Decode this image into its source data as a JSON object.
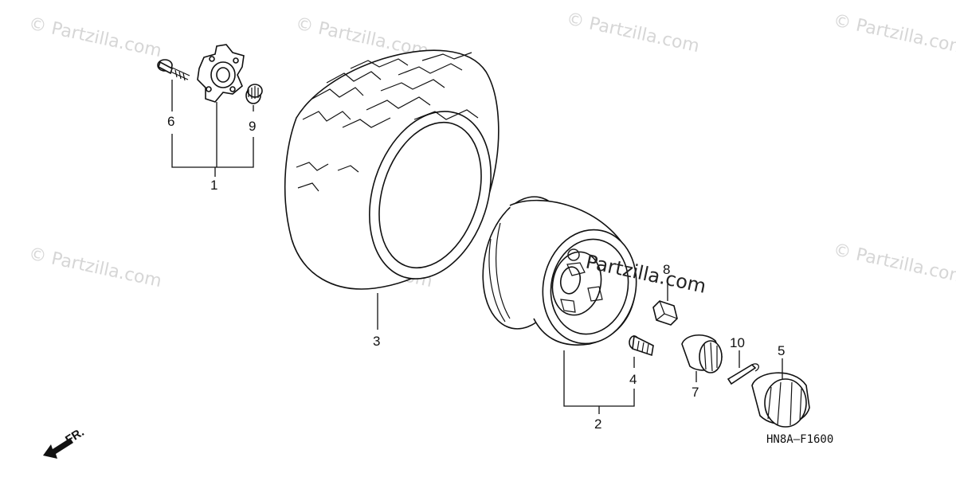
{
  "watermark_text": "© Partzilla.com",
  "center_watermark": "Partzilla.com",
  "diagram_code": "HN8A—F1600",
  "front_label": "FR.",
  "callouts": [
    "1",
    "2",
    "3",
    "4",
    "5",
    "6",
    "7",
    "8",
    "9",
    "10"
  ]
}
